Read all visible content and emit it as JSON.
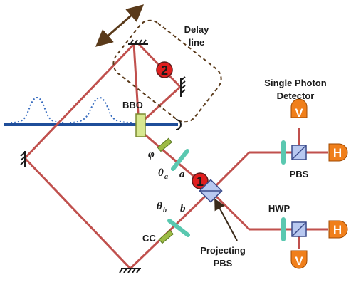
{
  "labels": {
    "delay_line_1": "Delay",
    "delay_line_2": "line",
    "bbo": "BBO",
    "single_photon_1": "Single Photon",
    "single_photon_2": "Detector",
    "pbs": "PBS",
    "hwp": "HWP",
    "projecting_1": "Projecting",
    "projecting_2": "PBS",
    "cc": "CC",
    "phi": "φ",
    "theta": "θ",
    "sub_a": "a",
    "sub_b": "b",
    "path_a": "a",
    "path_b": "b",
    "marker_1": "1",
    "marker_2": "2"
  },
  "detectors": {
    "upper_v": "V",
    "upper_h": "H",
    "lower_h": "H",
    "lower_v": "V"
  },
  "colors": {
    "beam": "#c0504d",
    "pump": "#1f4e9a",
    "waveplate": "#5ac8b0",
    "detector": "#f07f1b",
    "bbo": "#d8e890",
    "compensator": "#9dbb45",
    "marker": "#e01e1e",
    "pbs": "#b8c8f0"
  }
}
